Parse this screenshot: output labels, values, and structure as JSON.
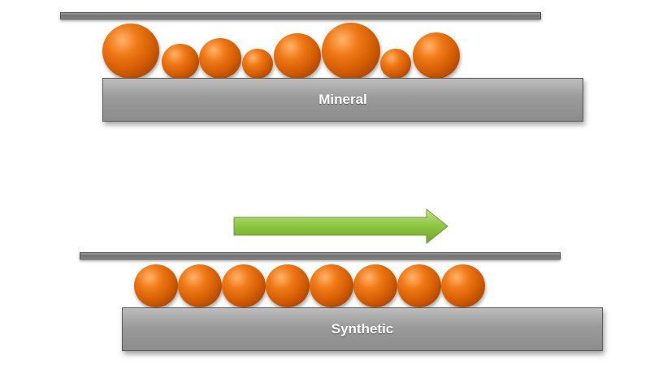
{
  "panels": [
    {
      "label": "Mineral",
      "particles": "irregular"
    },
    {
      "label": "Synthetic",
      "particles": "uniform"
    }
  ],
  "colors": {
    "particle": "#e8701a",
    "plate": "#7a7a7a",
    "block": "#a0a0a0",
    "arrow": "#8cc63f"
  },
  "icons": {
    "motion": "right-arrow-icon"
  }
}
